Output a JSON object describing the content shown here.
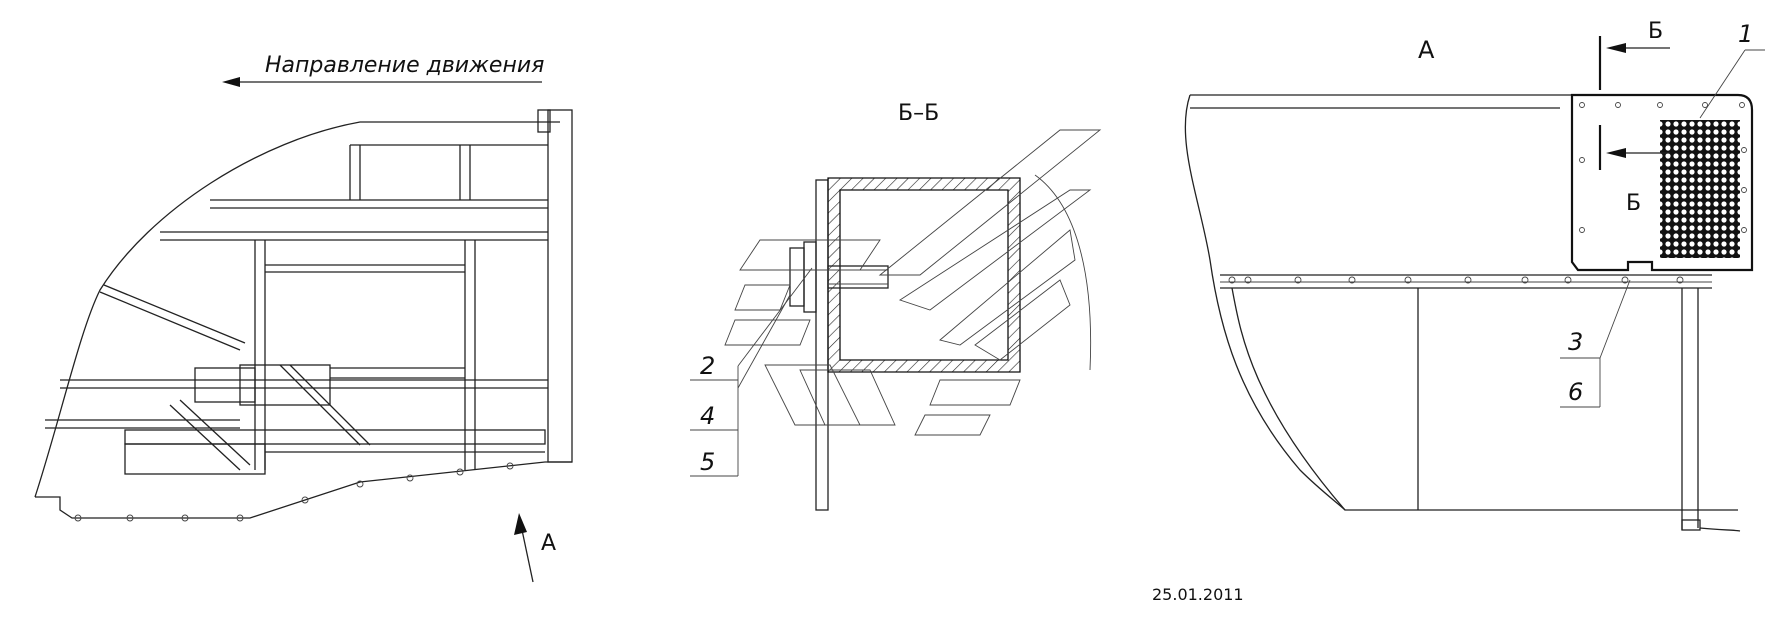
{
  "direction_label": "Направление движения",
  "section_title": "Б–Б",
  "view_label": "А",
  "view_arrow_label": "А",
  "section_mark_top": "Б",
  "section_mark_bottom": "Б",
  "callouts": {
    "c1": "1",
    "c2": "2",
    "c3": "3",
    "c4": "4",
    "c5": "5",
    "c6": "6"
  },
  "date": "25.01.2011"
}
